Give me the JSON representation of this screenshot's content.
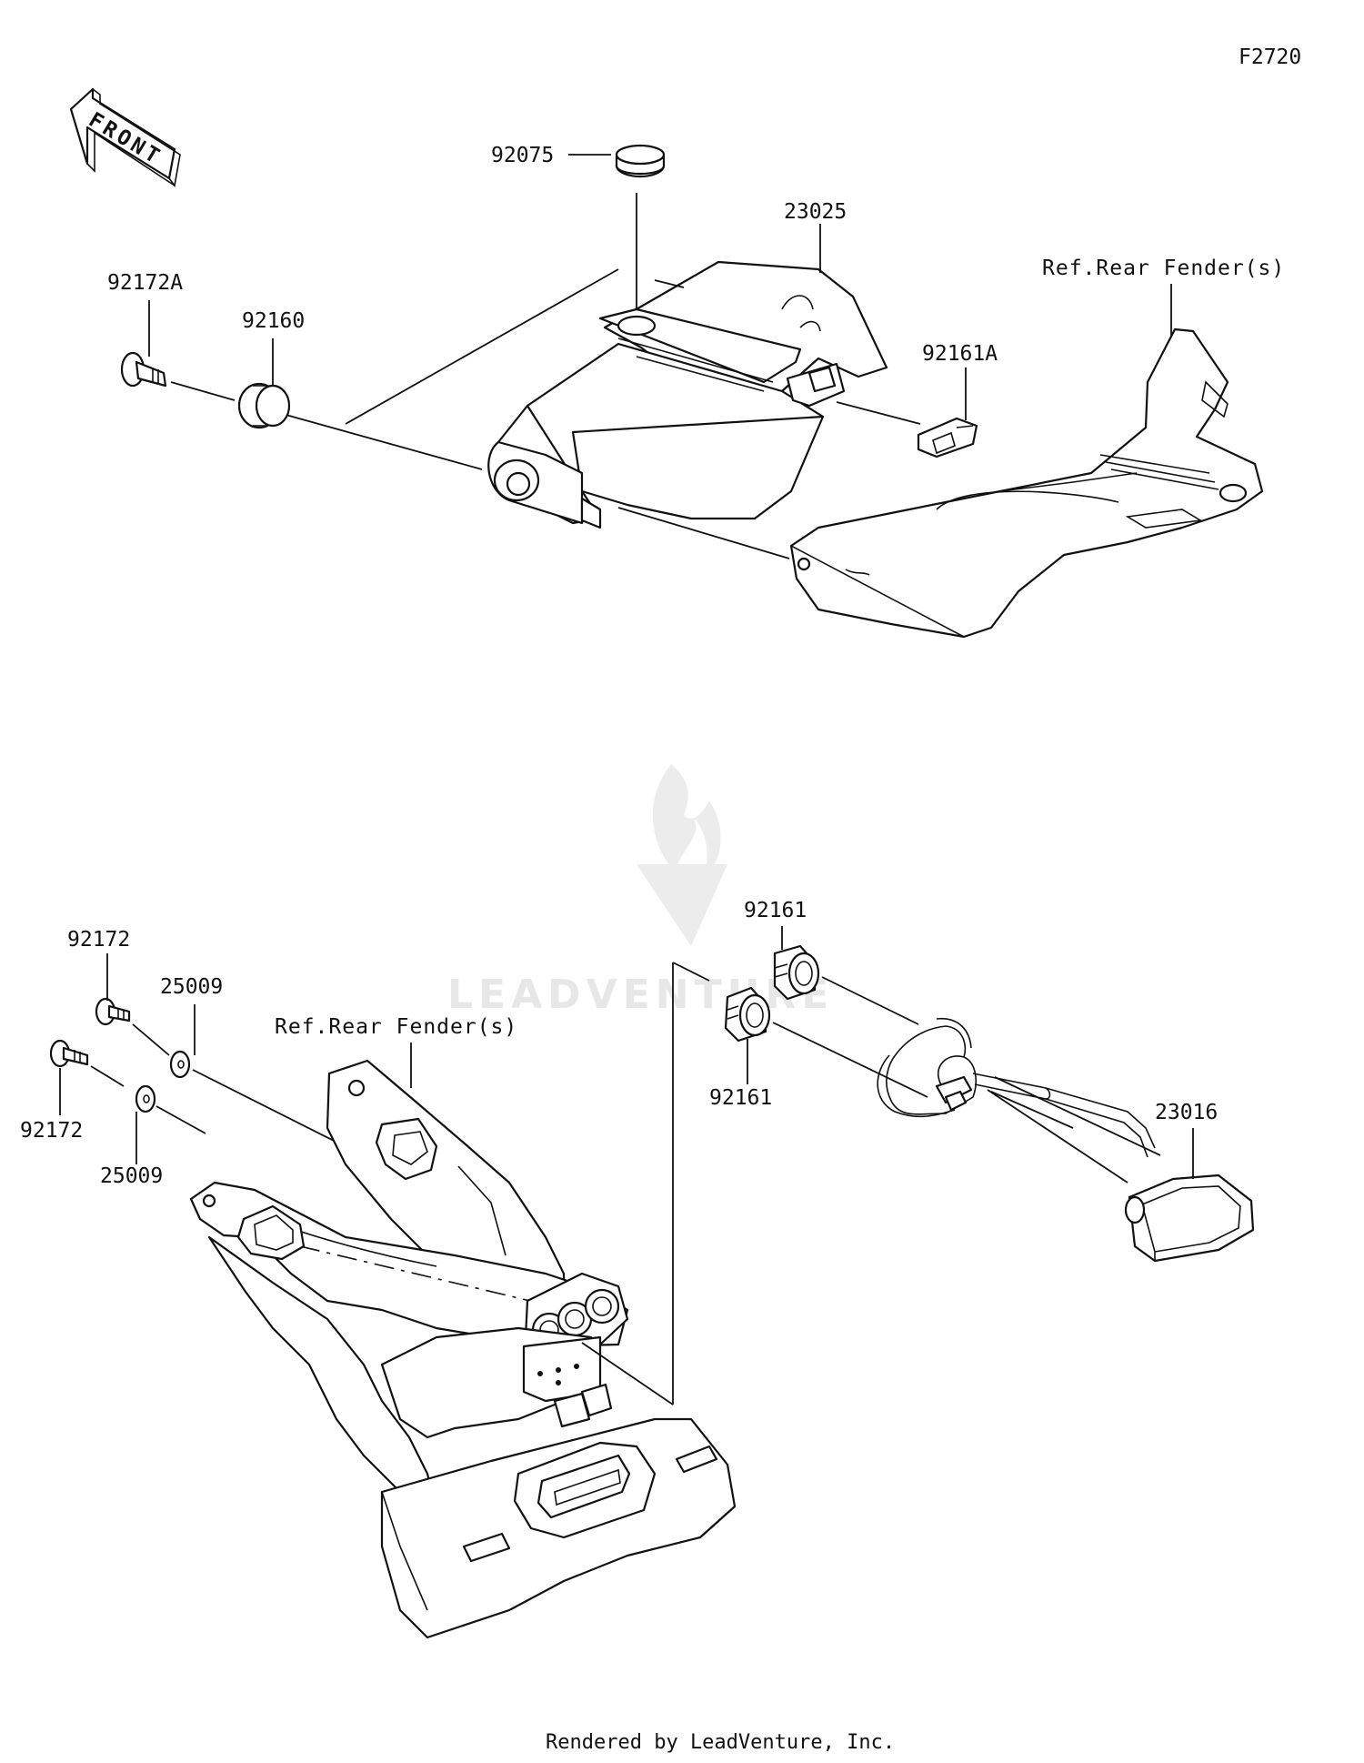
{
  "diagram_code": "F2720",
  "front_label": "FRONT",
  "watermark": "LEADVENTURE",
  "footer": "Rendered by LeadVenture, Inc.",
  "refs": {
    "upper": "Ref.Rear Fender(s)",
    "lower": "Ref.Rear Fender(s)"
  },
  "parts": {
    "p92075": "92075",
    "p23025": "23025",
    "p92172A": "92172A",
    "p92160": "92160",
    "p92161A": "92161A",
    "p92161_top": "92161",
    "p92161_bottom": "92161",
    "p92172_top": "92172",
    "p92172_bottom": "92172",
    "p25009_top": "25009",
    "p25009_bottom": "25009",
    "p23016": "23016"
  }
}
